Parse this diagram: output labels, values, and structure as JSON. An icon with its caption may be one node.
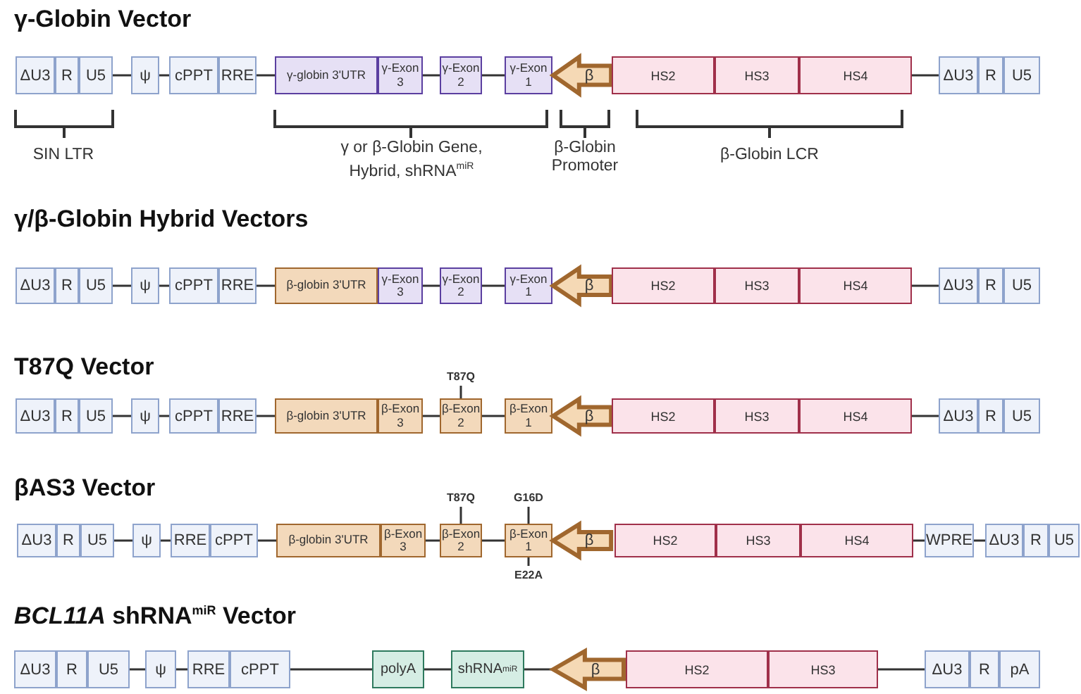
{
  "diagram": {
    "nodes": [
      {
        "text": [
          "ΔU3"
        ]
      },
      {
        "text": [
          "R"
        ]
      },
      {
        "text": [
          "U5"
        ]
      },
      {
        "text": [
          "ψ"
        ]
      },
      {
        "text": [
          "cPPT"
        ]
      },
      {
        "text": [
          "RRE"
        ]
      },
      {
        "text": [
          "γ-globin 3'UTR"
        ]
      },
      {
        "text": [
          "γ-Exon 3"
        ]
      },
      {
        "text": [
          "γ-Exon 2"
        ]
      },
      {
        "text": [
          "γ-Exon 1"
        ]
      },
      {
        "text": [
          "β"
        ]
      },
      {
        "text": [
          "HS2"
        ]
      },
      {
        "text": [
          "HS3"
        ]
      },
      {
        "text": [
          "HS4"
        ]
      },
      {
        "text": [
          "ΔU3"
        ]
      },
      {
        "text": [
          "R"
        ]
      },
      {
        "text": [
          "U5"
        ]
      },
      {
        "text": [
          "ΔU3"
        ]
      },
      {
        "text": [
          "R"
        ]
      },
      {
        "text": [
          "U5"
        ]
      },
      {
        "text": [
          "ψ"
        ]
      },
      {
        "text": [
          "cPPT"
        ]
      },
      {
        "text": [
          "RRE"
        ]
      },
      {
        "text": [
          "β-globin 3'UTR"
        ]
      },
      {
        "text": [
          "γ-Exon 3"
        ]
      },
      {
        "text": [
          "γ-Exon 2"
        ]
      },
      {
        "text": [
          "γ-Exon 1"
        ]
      },
      {
        "text": [
          "β"
        ]
      },
      {
        "text": [
          "HS2"
        ]
      },
      {
        "text": [
          "HS3"
        ]
      },
      {
        "text": [
          "HS4"
        ]
      },
      {
        "text": [
          "ΔU3"
        ]
      },
      {
        "text": [
          "R"
        ]
      },
      {
        "text": [
          "U5"
        ]
      },
      {
        "text": [
          "T87Q"
        ]
      },
      {
        "text": [
          "ΔU3"
        ]
      },
      {
        "text": [
          "R"
        ]
      },
      {
        "text": [
          "U5"
        ]
      },
      {
        "text": [
          "ψ"
        ]
      },
      {
        "text": [
          "cPPT"
        ]
      },
      {
        "text": [
          "RRE"
        ]
      },
      {
        "text": [
          "β-globin 3'UTR"
        ]
      },
      {
        "text": [
          "β-Exon 3"
        ]
      },
      {
        "text": [
          "β-Exon 2"
        ]
      },
      {
        "text": [
          "β-Exon 1"
        ]
      },
      {
        "text": [
          "β"
        ]
      },
      {
        "text": [
          "HS2"
        ]
      },
      {
        "text": [
          "HS3"
        ]
      },
      {
        "text": [
          "HS4"
        ]
      },
      {
        "text": [
          "ΔU3"
        ]
      },
      {
        "text": [
          "R"
        ]
      },
      {
        "text": [
          "U5"
        ]
      },
      {
        "text": [
          "T87Q"
        ]
      },
      {
        "text": [
          "G16D"
        ]
      },
      {
        "text": [
          "ΔU3"
        ]
      },
      {
        "text": [
          "R"
        ]
      },
      {
        "text": [
          "U5"
        ]
      },
      {
        "text": [
          "ψ"
        ]
      },
      {
        "text": [
          "RRE"
        ]
      },
      {
        "text": [
          "cPPT"
        ]
      },
      {
        "text": [
          "β-globin 3'UTR"
        ]
      },
      {
        "text": [
          "β-Exon 3"
        ]
      },
      {
        "text": [
          "β-Exon 2"
        ]
      },
      {
        "text": [
          "β-Exon 1"
        ]
      },
      {
        "text": [
          "β"
        ]
      },
      {
        "text": [
          "HS2"
        ]
      },
      {
        "text": [
          "HS3"
        ]
      },
      {
        "text": [
          "HS4"
        ]
      },
      {
        "text": [
          "WPRE"
        ]
      },
      {
        "text": [
          "ΔU3"
        ]
      },
      {
        "text": [
          "R"
        ]
      },
      {
        "text": [
          "U5"
        ]
      },
      {
        "text": [
          "E22A"
        ]
      },
      {
        "text": [
          "ΔU3"
        ]
      },
      {
        "text": [
          "R"
        ]
      },
      {
        "text": [
          "U5"
        ]
      },
      {
        "text": [
          "ψ"
        ]
      },
      {
        "text": [
          "RRE"
        ]
      },
      {
        "text": [
          "cPPT"
        ]
      },
      {
        "text": [
          "polyA"
        ]
      },
      {
        "text": [
          "shRNA$^{miR}$"
        ]
      },
      {
        "text": [
          "β"
        ]
      },
      {
        "text": [
          "HS2"
        ]
      },
      {
        "text": [
          "HS3"
        ]
      },
      {
        "text": [
          "ΔU3"
        ]
      },
      {
        "text": [
          "R"
        ]
      },
      {
        "text": [
          "pA"
        ]
      }
    ],
    "edges": [
      {
        "from": 2,
        "to": 3,
        "arrow": "none"
      },
      {
        "from": 3,
        "to": 4,
        "arrow": "none"
      },
      {
        "from": 5,
        "to": 6,
        "arrow": "none"
      },
      {
        "from": 7,
        "to": 8,
        "arrow": "none"
      },
      {
        "from": 8,
        "to": 9,
        "arrow": "none"
      },
      {
        "from": 13,
        "to": 14,
        "arrow": "none"
      },
      {
        "from": 19,
        "to": 20,
        "arrow": "none"
      },
      {
        "from": 20,
        "to": 21,
        "arrow": "none"
      },
      {
        "from": 22,
        "to": 23,
        "arrow": "none"
      },
      {
        "from": 24,
        "to": 25,
        "arrow": "none"
      },
      {
        "from": 25,
        "to": 26,
        "arrow": "none"
      },
      {
        "from": 30,
        "to": 31,
        "arrow": "none"
      },
      {
        "from": 37,
        "to": 38,
        "arrow": "none"
      },
      {
        "from": 38,
        "to": 39,
        "arrow": "none"
      },
      {
        "from": 40,
        "to": 41,
        "arrow": "none"
      },
      {
        "from": 42,
        "to": 43,
        "arrow": "none"
      },
      {
        "from": 43,
        "to": 44,
        "arrow": "none"
      },
      {
        "from": 48,
        "to": 49,
        "arrow": "none"
      },
      {
        "from": 34,
        "to": 43,
        "arrow": "none"
      },
      {
        "from": 56,
        "to": 57,
        "arrow": "none"
      },
      {
        "from": 57,
        "to": 58,
        "arrow": "none"
      },
      {
        "from": 59,
        "to": 60,
        "arrow": "none"
      },
      {
        "from": 61,
        "to": 62,
        "arrow": "none"
      },
      {
        "from": 62,
        "to": 63,
        "arrow": "none"
      },
      {
        "from": 67,
        "to": 68,
        "arrow": "none"
      },
      {
        "from": 68,
        "to": 69,
        "arrow": "none"
      },
      {
        "from": 52,
        "to": 62,
        "arrow": "none"
      },
      {
        "from": 53,
        "to": 63,
        "arrow": "none"
      },
      {
        "from": 72,
        "to": 63,
        "arrow": "none"
      },
      {
        "from": 75,
        "to": 76,
        "arrow": "none"
      },
      {
        "from": 76,
        "to": 77,
        "arrow": "none"
      },
      {
        "from": 78,
        "to": 79,
        "arrow": "none"
      },
      {
        "from": 79,
        "to": 80,
        "arrow": "none"
      },
      {
        "from": 80,
        "to": 81,
        "arrow": "none"
      },
      {
        "from": 83,
        "to": 84,
        "arrow": "none"
      }
    ],
    "labels": [
      "γ-Globin Vector",
      "SIN LTR",
      "γ or β-Globin Gene, Hybrid, shRNA$^{miR}$",
      "β-Globin Promoter",
      "β-Globin LCR",
      "γ/β-Globin Hybrid Vectors",
      "T87Q Vector",
      "βAS3 Vector",
      "*BCL11A* shRNA$^{miR}$ Vector"
    ]
  }
}
